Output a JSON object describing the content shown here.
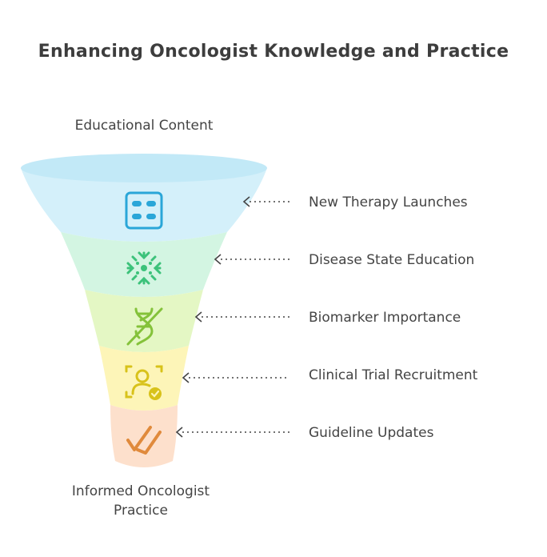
{
  "title": "Enhancing Oncologist Knowledge and Practice",
  "top_label": "Educational Content",
  "bottom_label_line1": "Informed Oncologist",
  "bottom_label_line2": "Practice",
  "stages": [
    {
      "label": "New Therapy Launches",
      "icon": "pill-grid-icon",
      "color": "#d4f0fa",
      "icon_color": "#2aa6d8"
    },
    {
      "label": "Disease State Education",
      "icon": "virus-cell-icon",
      "color": "#d3f5e2",
      "icon_color": "#3cc27a"
    },
    {
      "label": "Biomarker Importance",
      "icon": "dna-strike-icon",
      "color": "#e4f7c4",
      "icon_color": "#84c23a"
    },
    {
      "label": "Clinical Trial Recruitment",
      "icon": "patient-check-icon",
      "color": "#fdf5b8",
      "icon_color": "#d8c21a"
    },
    {
      "label": "Guideline Updates",
      "icon": "double-check-icon",
      "color": "#fde0cc",
      "icon_color": "#e08a3c"
    }
  ]
}
